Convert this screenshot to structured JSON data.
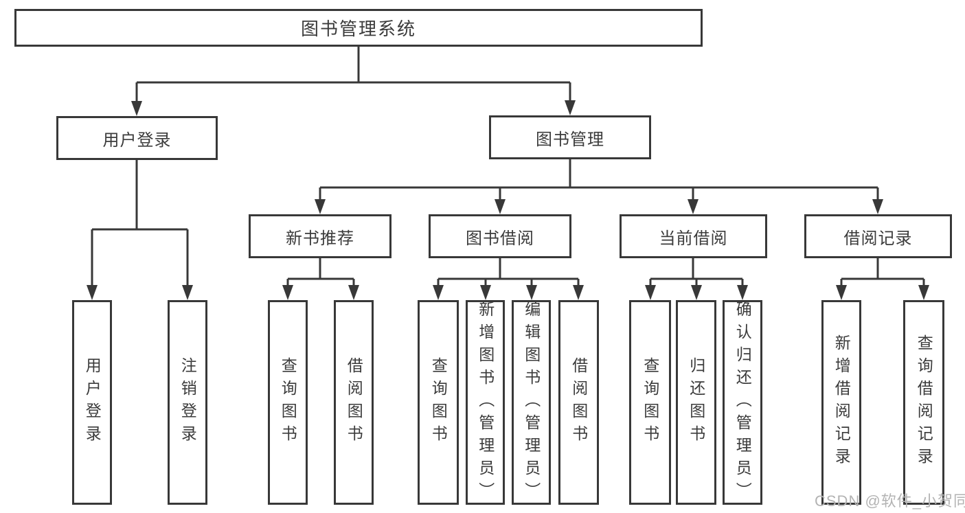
{
  "diagram": {
    "type": "hierarchy",
    "title": "图书管理系统",
    "tree": {
      "label": "图书管理系统",
      "children": [
        {
          "label": "用户登录",
          "children": [
            {
              "label": "用户登录"
            },
            {
              "label": "注销登录"
            }
          ]
        },
        {
          "label": "图书管理",
          "children": [
            {
              "label": "新书推荐",
              "children": [
                {
                  "label": "查询图书"
                },
                {
                  "label": "借阅图书"
                }
              ]
            },
            {
              "label": "图书借阅",
              "children": [
                {
                  "label": "查询图书"
                },
                {
                  "label": "新增图书（管理员）"
                },
                {
                  "label": "编辑图书（管理员）"
                },
                {
                  "label": "借阅图书"
                }
              ]
            },
            {
              "label": "当前借阅",
              "children": [
                {
                  "label": "查询图书"
                },
                {
                  "label": "归还图书"
                },
                {
                  "label": "确认归还（管理员）"
                }
              ]
            },
            {
              "label": "借阅记录",
              "children": [
                {
                  "label": "新增借阅记录"
                },
                {
                  "label": "查询借阅记录"
                }
              ]
            }
          ]
        }
      ]
    },
    "colors": {
      "line": "#383838",
      "box_border": "#383838",
      "text": "#3b3b3b",
      "background": "#ffffff",
      "watermark": "#b3b3b3"
    }
  },
  "watermark": {
    "text": "CSDN @软件_小贺同学"
  }
}
